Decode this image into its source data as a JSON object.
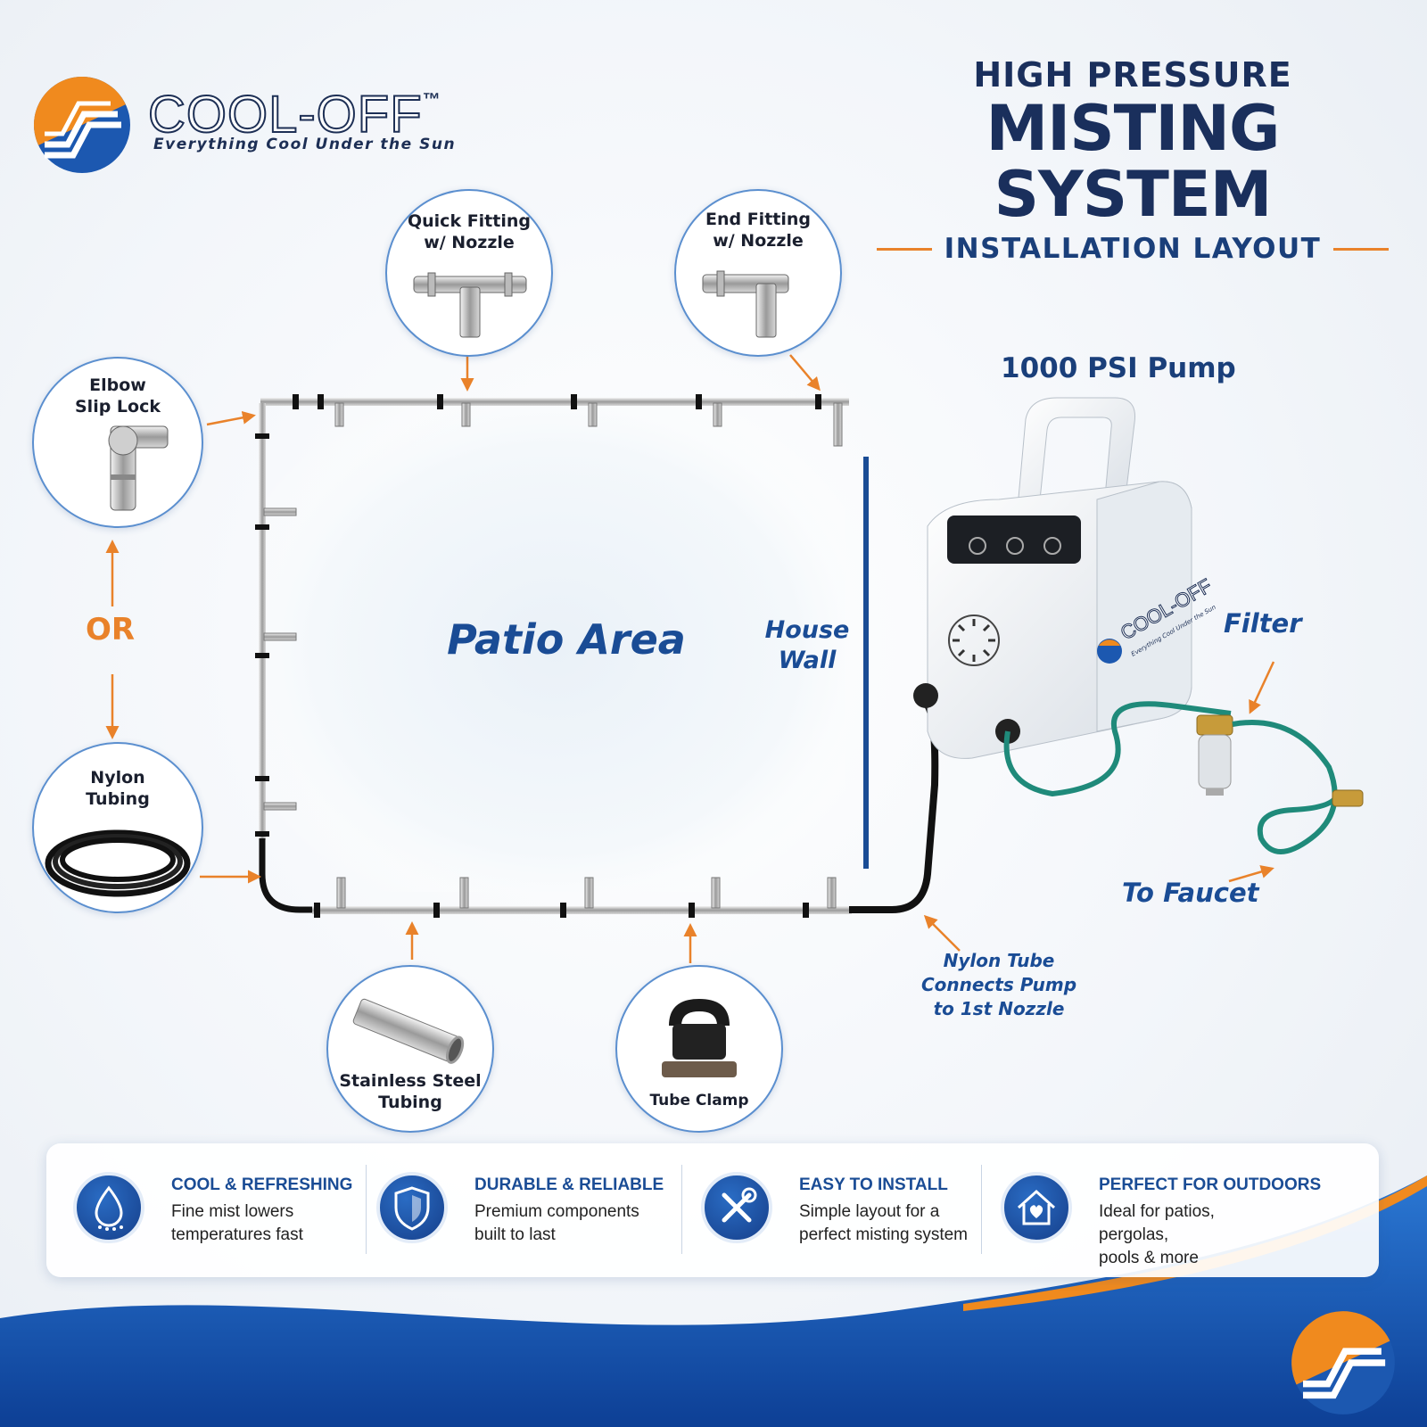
{
  "brand": {
    "name": "COOL-OFF",
    "trademark": "™",
    "tagline": "Everything Cool Under the Sun",
    "colors": {
      "orange": "#f08a1e",
      "blue": "#1c58b0",
      "navy": "#1a2f5c"
    }
  },
  "title": {
    "line1": "HIGH PRESSURE",
    "line2": "MISTING SYSTEM",
    "line3": "INSTALLATION LAYOUT"
  },
  "components": {
    "quick_fitting": {
      "line1": "Quick Fitting",
      "line2": "w/ Nozzle"
    },
    "end_fitting": {
      "line1": "End Fitting",
      "line2": "w/ Nozzle"
    },
    "elbow": {
      "line1": "Elbow",
      "line2": "Slip Lock"
    },
    "nylon_tubing": {
      "line1": "Nylon",
      "line2": "Tubing"
    },
    "stainless_tubing": {
      "line1": "Stainless Steel",
      "line2": "Tubing"
    },
    "tube_clamp": {
      "label": "Tube Clamp"
    }
  },
  "labels": {
    "or": "OR",
    "patio": "Patio Area",
    "house_line1": "House",
    "house_line2": "Wall",
    "pump": "1000 PSI Pump",
    "filter": "Filter",
    "faucet": "To Faucet",
    "nylon_note_1": "Nylon Tube",
    "nylon_note_2": "Connects Pump",
    "nylon_note_3": "to 1st Nozzle",
    "pump_brand": "COOL-OFF",
    "pump_tagline": "Everything Cool Under the Sun"
  },
  "features": [
    {
      "title": "COOL & REFRESHING",
      "line1": "Fine mist lowers",
      "line2": "temperatures fast",
      "icon": "water-drop-icon"
    },
    {
      "title": "DURABLE & RELIABLE",
      "line1": "Premium components",
      "line2": "built to last",
      "icon": "shield-icon"
    },
    {
      "title": "EASY TO INSTALL",
      "line1": "Simple layout for a",
      "line2": "perfect misting system",
      "icon": "tools-icon"
    },
    {
      "title": "PERFECT FOR OUTDOORS",
      "line1": "Ideal for patios, pergolas,",
      "line2": "pools & more",
      "icon": "home-heart-icon"
    }
  ],
  "colors": {
    "accent_orange": "#e9822a",
    "accent_blue": "#1a4c95",
    "wave_blue": "#1556b8",
    "hose_green": "#1f8a7a"
  }
}
